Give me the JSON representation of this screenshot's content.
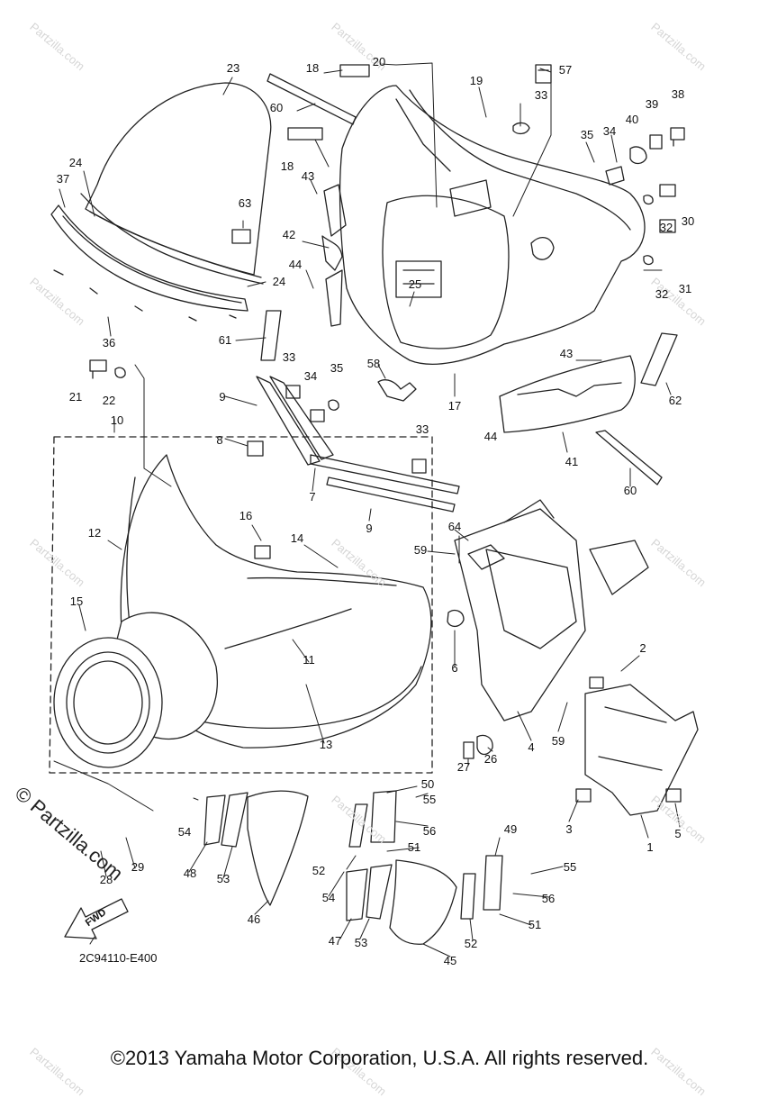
{
  "watermark": "Partzilla.com",
  "brand_watermark": "© Partzilla.com",
  "figure_code": "2C94110-E400",
  "copyright": "©2013 Yamaha Motor Corporation, U.S.A. All rights reserved.",
  "direction_arrow": "FWD",
  "callouts": [
    {
      "id": "p1",
      "label": "1"
    },
    {
      "id": "p2",
      "label": "2"
    },
    {
      "id": "p3",
      "label": "3"
    },
    {
      "id": "p4",
      "label": "4"
    },
    {
      "id": "p5",
      "label": "5"
    },
    {
      "id": "p6",
      "label": "6"
    },
    {
      "id": "p7",
      "label": "7"
    },
    {
      "id": "p8",
      "label": "8"
    },
    {
      "id": "p9a",
      "label": "9"
    },
    {
      "id": "p9b",
      "label": "9"
    },
    {
      "id": "p10",
      "label": "10"
    },
    {
      "id": "p11",
      "label": "11"
    },
    {
      "id": "p12",
      "label": "12"
    },
    {
      "id": "p13",
      "label": "13"
    },
    {
      "id": "p14",
      "label": "14"
    },
    {
      "id": "p15",
      "label": "15"
    },
    {
      "id": "p16",
      "label": "16"
    },
    {
      "id": "p17",
      "label": "17"
    },
    {
      "id": "p18a",
      "label": "18"
    },
    {
      "id": "p18b",
      "label": "18"
    },
    {
      "id": "p19",
      "label": "19"
    },
    {
      "id": "p20",
      "label": "20"
    },
    {
      "id": "p21",
      "label": "21"
    },
    {
      "id": "p22",
      "label": "22"
    },
    {
      "id": "p23",
      "label": "23"
    },
    {
      "id": "p24a",
      "label": "24"
    },
    {
      "id": "p24b",
      "label": "24"
    },
    {
      "id": "p25",
      "label": "25"
    },
    {
      "id": "p26",
      "label": "26"
    },
    {
      "id": "p27",
      "label": "27"
    },
    {
      "id": "p28",
      "label": "28"
    },
    {
      "id": "p29",
      "label": "29"
    },
    {
      "id": "p30",
      "label": "30"
    },
    {
      "id": "p31",
      "label": "31"
    },
    {
      "id": "p32a",
      "label": "32"
    },
    {
      "id": "p32b",
      "label": "32"
    },
    {
      "id": "p33a",
      "label": "33"
    },
    {
      "id": "p33b",
      "label": "33"
    },
    {
      "id": "p33c",
      "label": "33"
    },
    {
      "id": "p34a",
      "label": "34"
    },
    {
      "id": "p34b",
      "label": "34"
    },
    {
      "id": "p35a",
      "label": "35"
    },
    {
      "id": "p35b",
      "label": "35"
    },
    {
      "id": "p36",
      "label": "36"
    },
    {
      "id": "p37",
      "label": "37"
    },
    {
      "id": "p38",
      "label": "38"
    },
    {
      "id": "p39",
      "label": "39"
    },
    {
      "id": "p40",
      "label": "40"
    },
    {
      "id": "p41",
      "label": "41"
    },
    {
      "id": "p42",
      "label": "42"
    },
    {
      "id": "p43a",
      "label": "43"
    },
    {
      "id": "p43b",
      "label": "43"
    },
    {
      "id": "p44a",
      "label": "44"
    },
    {
      "id": "p44b",
      "label": "44"
    },
    {
      "id": "p45",
      "label": "45"
    },
    {
      "id": "p46",
      "label": "46"
    },
    {
      "id": "p47",
      "label": "47"
    },
    {
      "id": "p48",
      "label": "48"
    },
    {
      "id": "p49",
      "label": "49"
    },
    {
      "id": "p50",
      "label": "50"
    },
    {
      "id": "p51a",
      "label": "51"
    },
    {
      "id": "p51b",
      "label": "51"
    },
    {
      "id": "p52a",
      "label": "52"
    },
    {
      "id": "p52b",
      "label": "52"
    },
    {
      "id": "p53a",
      "label": "53"
    },
    {
      "id": "p53b",
      "label": "53"
    },
    {
      "id": "p54a",
      "label": "54"
    },
    {
      "id": "p54b",
      "label": "54"
    },
    {
      "id": "p55a",
      "label": "55"
    },
    {
      "id": "p55b",
      "label": "55"
    },
    {
      "id": "p56a",
      "label": "56"
    },
    {
      "id": "p56b",
      "label": "56"
    },
    {
      "id": "p57",
      "label": "57"
    },
    {
      "id": "p58",
      "label": "58"
    },
    {
      "id": "p59a",
      "label": "59"
    },
    {
      "id": "p59b",
      "label": "59"
    },
    {
      "id": "p60a",
      "label": "60"
    },
    {
      "id": "p60b",
      "label": "60"
    },
    {
      "id": "p61",
      "label": "61"
    },
    {
      "id": "p62",
      "label": "62"
    },
    {
      "id": "p63",
      "label": "63"
    },
    {
      "id": "p64",
      "label": "64"
    }
  ]
}
